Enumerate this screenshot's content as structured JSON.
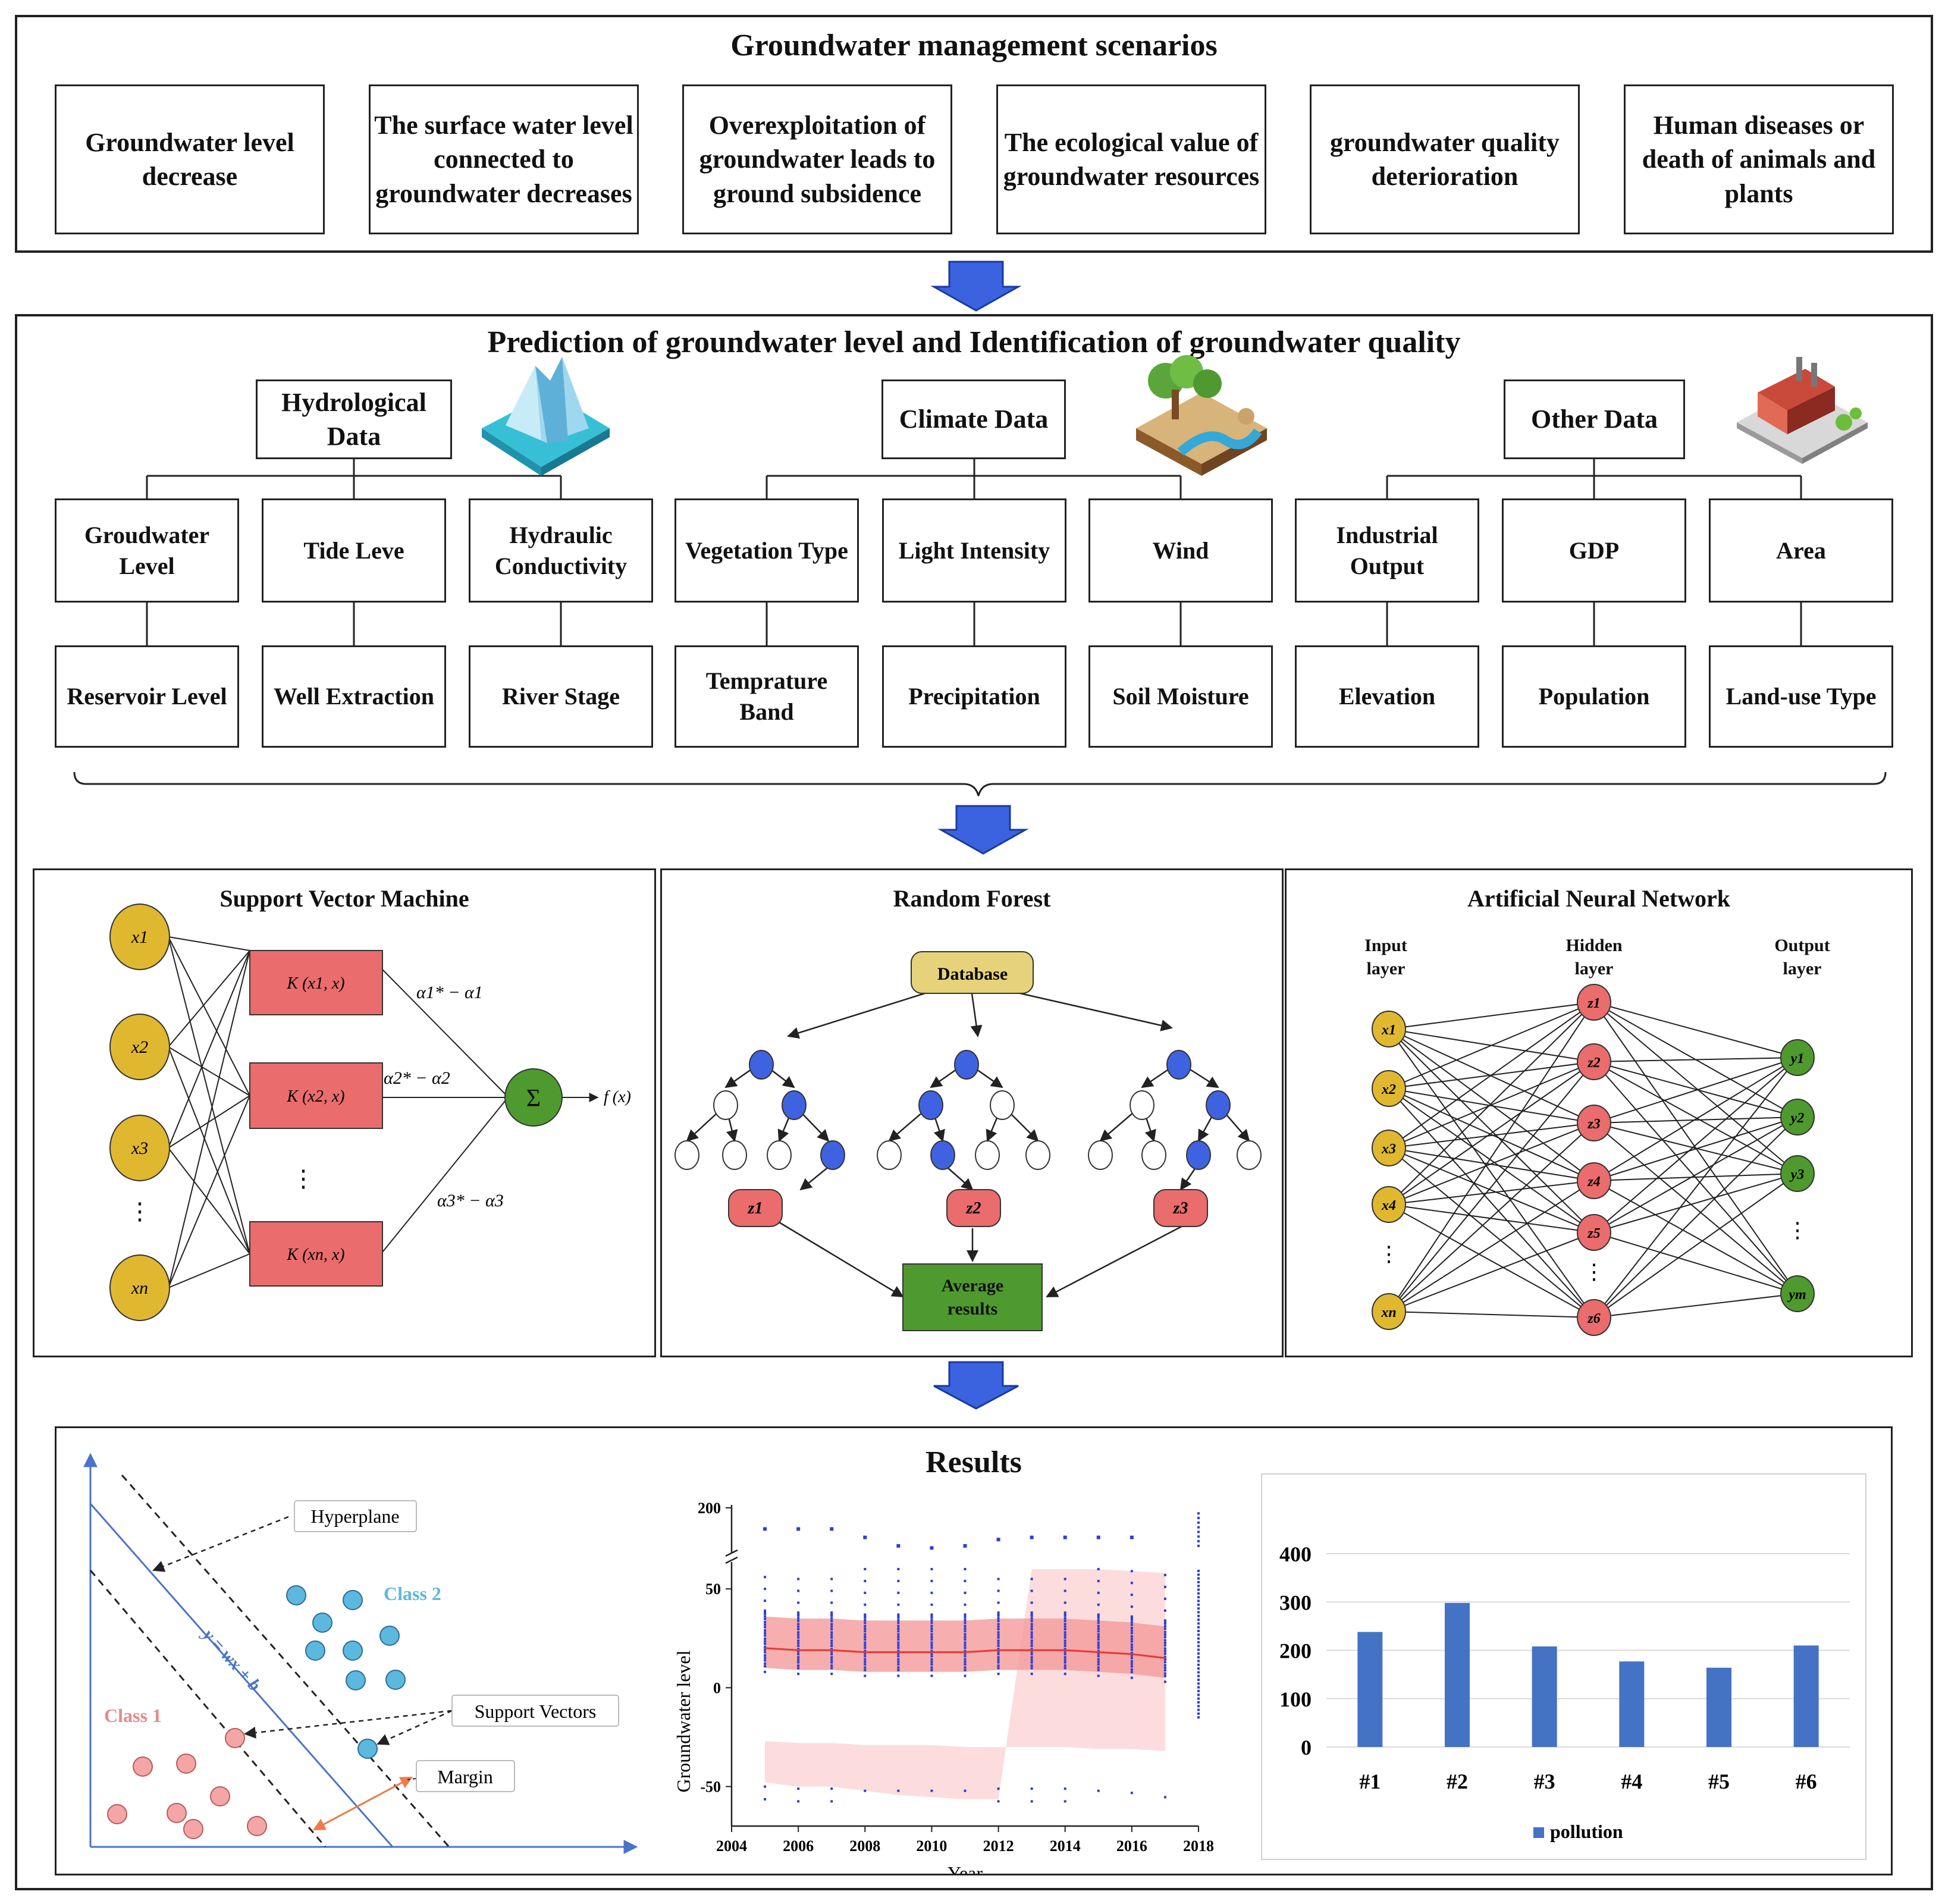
{
  "scenarios": {
    "title": "Groundwater management scenarios",
    "items": [
      "Groundwater level decrease",
      "The surface water level connected to groundwater decreases",
      "Overexploitation of groundwater leads to ground subsidence",
      "The ecological value of groundwater resources",
      "groundwater quality deterioration",
      "Human diseases or death of animals and plants"
    ]
  },
  "prediction": {
    "title": "Prediction of groundwater level and Identification of groundwater quality",
    "categories": [
      {
        "label": "Hydrological Data",
        "icon": "iceberg-icon",
        "features": [
          "Groudwater Level",
          "Tide Leve",
          "Hydraulic Conductivity",
          "Reservoir Level",
          "Well Extraction",
          "River Stage"
        ]
      },
      {
        "label": "Climate Data",
        "icon": "landscape-icon",
        "features": [
          "Vegetation Type",
          "Light Intensity",
          "Wind",
          "Temprature Band",
          "Precipitation",
          "Soil Moisture"
        ]
      },
      {
        "label": "Other Data",
        "icon": "factory-icon",
        "features": [
          "Industrial Output",
          "GDP",
          "Area",
          "Elevation",
          "Population",
          "Land-use Type"
        ]
      }
    ]
  },
  "models": {
    "svm": {
      "title": "Support Vector Machine",
      "inputs": [
        "x1",
        "x2",
        "x3",
        "xn"
      ],
      "kernels": [
        "K (x1, x)",
        "K (x2, x)",
        "K (xn, x)"
      ],
      "weights": [
        "α1* − α1",
        "α2* − α2",
        "α3* − α3"
      ],
      "sum_symbol": "Σ",
      "output": "f (x)"
    },
    "rf": {
      "title": "Random Forest",
      "database": "Database",
      "trees": [
        "z1",
        "z2",
        "z3"
      ],
      "result": "Average results"
    },
    "ann": {
      "title": "Artificial Neural Network",
      "layers": [
        "Input layer",
        "Hidden layer",
        "Output layer"
      ],
      "input_nodes": [
        "x1",
        "x2",
        "x3",
        "x4",
        "xn"
      ],
      "hidden_nodes": [
        "z1",
        "z2",
        "z3",
        "z4",
        "z5",
        "z6"
      ],
      "output_nodes": [
        "y1",
        "y2",
        "y3",
        "ym"
      ]
    }
  },
  "results": {
    "title": "Results",
    "svm_plot": {
      "hyperplane": "Hyperplane",
      "class1": "Class 1",
      "class2": "Class 2",
      "support_vectors": "Support Vectors",
      "margin": "Margin",
      "equation": "y = wx + b"
    },
    "colors": {
      "class1": "#f4a6a6",
      "class2": "#5db8e0",
      "blue": "#3d63d6",
      "red": "#e53935"
    }
  },
  "chart_data": [
    {
      "type": "scatter",
      "xlabel": "Year",
      "ylabel": "Groundwater level",
      "x_ticks": [
        "2004",
        "2006",
        "2008",
        "2010",
        "2012",
        "2014",
        "2016",
        "2018"
      ],
      "y_ticks": [
        "-50",
        "0",
        "50",
        "200"
      ],
      "xlim": [
        2004,
        2018
      ],
      "ylim": [
        -70,
        200
      ],
      "axis_break": [
        60,
        180
      ],
      "series": [
        {
          "x": [
            2005,
            2006,
            2007,
            2008,
            2009,
            2010,
            2011,
            2012,
            2013,
            2014,
            2015,
            2016,
            2017
          ],
          "y": [
            20,
            19,
            19,
            18,
            18,
            18,
            18,
            19,
            19,
            19,
            18,
            17,
            15
          ]
        }
      ],
      "band": {
        "upper": [
          70,
          68,
          68,
          66,
          64,
          63,
          62,
          62,
          60,
          60,
          60,
          59,
          58
        ],
        "lower": [
          -27,
          -28,
          -28,
          -29,
          -29,
          -29,
          -30,
          -30,
          -30,
          -30,
          -31,
          -31,
          -32
        ]
      },
      "outliers": [
        {
          "x": 2005,
          "y": 190
        },
        {
          "x": 2006,
          "y": 190
        },
        {
          "x": 2007,
          "y": 190
        },
        {
          "x": 2008,
          "y": 186
        },
        {
          "x": 2009,
          "y": 182
        },
        {
          "x": 2010,
          "y": 181
        },
        {
          "x": 2011,
          "y": 182
        },
        {
          "x": 2012,
          "y": 185
        },
        {
          "x": 2013,
          "y": 186
        },
        {
          "x": 2014,
          "y": 186
        },
        {
          "x": 2015,
          "y": 186
        },
        {
          "x": 2016,
          "y": 186
        }
      ]
    },
    {
      "type": "bar",
      "categories": [
        "#1",
        "#2",
        "#3",
        "#4",
        "#5",
        "#6"
      ],
      "series": [
        {
          "name": "pollution",
          "values": [
            238,
            298,
            208,
            177,
            164,
            210
          ]
        }
      ],
      "y_ticks": [
        "0",
        "100",
        "200",
        "300",
        "400"
      ],
      "ylim": [
        0,
        400
      ]
    }
  ]
}
